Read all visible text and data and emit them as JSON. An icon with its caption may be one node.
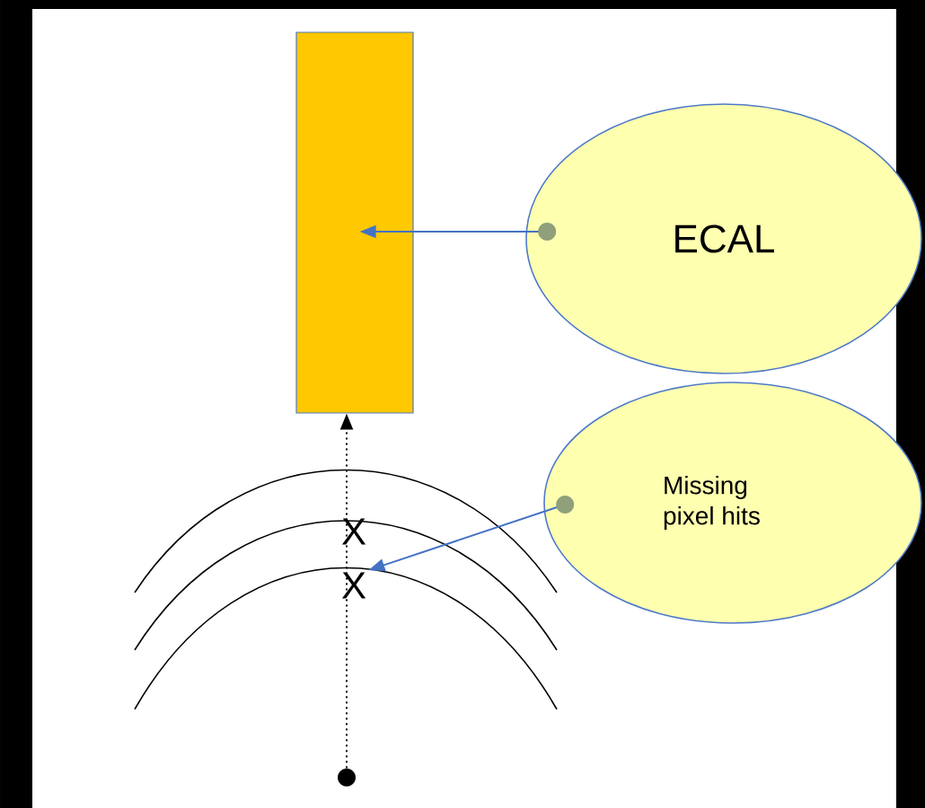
{
  "diagram": {
    "nodes": [
      {
        "text": [
          "ECAL"
        ]
      },
      {
        "text": [
          "Missing pixel hits"
        ]
      },
      {
        "text": [],
        "shape": "bar"
      },
      {
        "text": [],
        "shape": "circle"
      },
      {
        "text": [
          "X"
        ]
      }
    ],
    "edges": [
      {
        "from": 0,
        "to": 2,
        "arrow": "to"
      },
      {
        "from": 1,
        "to": 4,
        "arrow": "to"
      },
      {
        "from": 3,
        "to": 2,
        "arrow": "to",
        "style": "dashed",
        "color": "#000000"
      }
    ],
    "labels": [
      "X"
    ]
  }
}
